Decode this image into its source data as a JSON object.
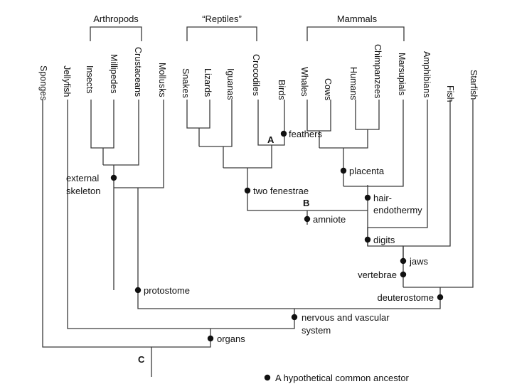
{
  "groups": {
    "arthropods": "Arthropods",
    "reptiles": "“Reptiles”",
    "mammals": "Mammals"
  },
  "taxa": {
    "sponges": "Sponges",
    "jellyfish": "Jellyfish",
    "insects": "Insects",
    "millipedes": "Millipedes",
    "crustaceans": "Crustaceans",
    "mollusks": "Mollusks",
    "snakes": "Snakes",
    "lizards": "Lizards",
    "iguanas": "Iguanas",
    "crocodiles": "Crocodiles",
    "birds": "Birds",
    "whales": "Whales",
    "cows": "Cows",
    "humans": "Humans",
    "chimpanzees": "Chimpanzees",
    "marsupials": "Marsupials",
    "amphibians": "Amphibians",
    "fish": "Fish",
    "starfish": "Starfish"
  },
  "traits": {
    "feathers": "feathers",
    "external_1": "external",
    "external_2": "skeleton",
    "placenta": "placenta",
    "two_fenestrae": "two fenestrae",
    "hair_1": "hair-",
    "hair_2": "endothermy",
    "amniote": "amniote",
    "digits": "digits",
    "jaws": "jaws",
    "vertebrae": "vertebrae",
    "protostome": "protostome",
    "deuterostome": "deuterostome",
    "nervous_1": "nervous and vascular",
    "nervous_2": "system",
    "organs": "organs"
  },
  "markers": {
    "a": "A",
    "b": "B",
    "c": "C"
  },
  "legend": {
    "text": "A hypothetical common ancestor"
  }
}
